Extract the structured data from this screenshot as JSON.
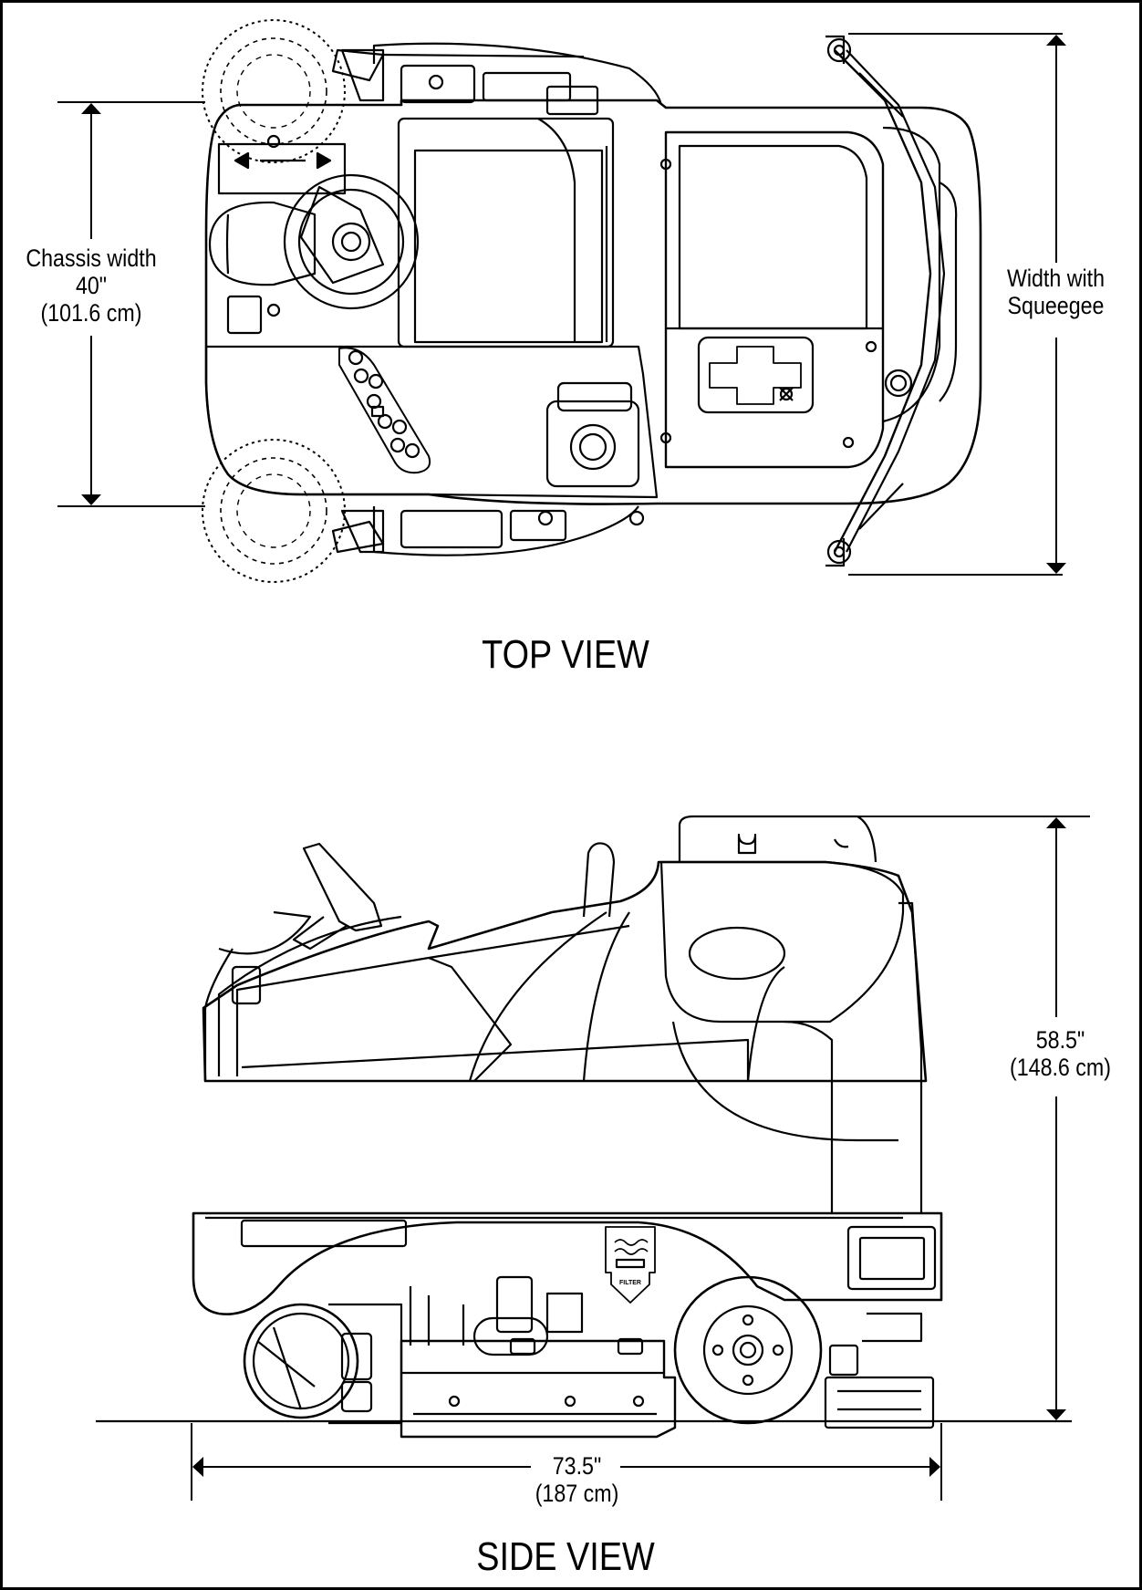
{
  "top_view": {
    "title": "TOP VIEW",
    "chassis_width": {
      "label": "Chassis width",
      "inches": "40\"",
      "cm": "(101.6 cm)"
    },
    "squeegee_width": {
      "line1": "Width with",
      "line2": "Squeegee"
    }
  },
  "side_view": {
    "title": "SIDE VIEW",
    "height": {
      "inches": "58.5\"",
      "cm": "(148.6 cm)"
    },
    "length": {
      "inches": "73.5\"",
      "cm": "(187 cm)"
    },
    "filter_label": "FILTER"
  },
  "colors": {
    "line": "#000000",
    "background": "#ffffff"
  }
}
